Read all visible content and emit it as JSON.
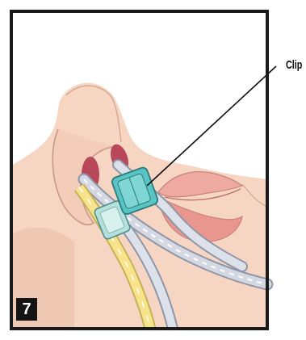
{
  "callout": {
    "label": "Clip"
  },
  "step": {
    "number": "7"
  },
  "colors": {
    "skin": "#f6d6c3",
    "skin_shadow": "#e3b39e",
    "lip": "#eea9a1",
    "nostril": "#b9475a",
    "clip": "#58c4c4",
    "clip_lower": "#b4e1dc",
    "tube_gray": "#c7ccd8",
    "tube_yellow": "#f6e38a",
    "frame": "#1a1a1a"
  },
  "icons": [
    "nose-illustration",
    "clip-icon",
    "tube-illustration"
  ]
}
